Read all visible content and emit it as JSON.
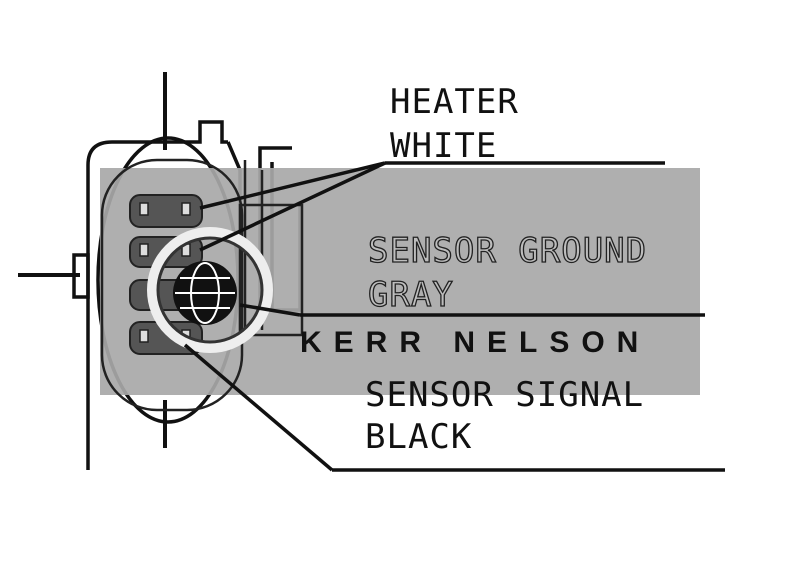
{
  "diagram": {
    "labels": {
      "heater_line1": "HEATER",
      "heater_line2": "WHITE",
      "ground_line1": "SENSOR GROUND",
      "ground_line2": "GRAY",
      "signal_line1": "SENSOR SIGNAL",
      "signal_line2": "BLACK"
    },
    "watermark": "KERR NELSON",
    "colors": {
      "overlay": "#a8a8a8",
      "line": "#111111"
    }
  }
}
